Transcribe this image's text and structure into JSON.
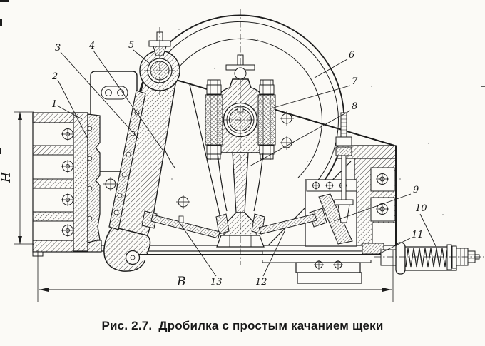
{
  "figure": {
    "caption_prefix": "Рис. 2.7.",
    "caption_text": "Дробилка с простым качанием щеки"
  },
  "dimensions": {
    "height": "H",
    "width": "B"
  },
  "callouts": [
    "1",
    "2",
    "3",
    "4",
    "5",
    "6",
    "7",
    "8",
    "9",
    "10",
    "11",
    "12",
    "13"
  ]
}
